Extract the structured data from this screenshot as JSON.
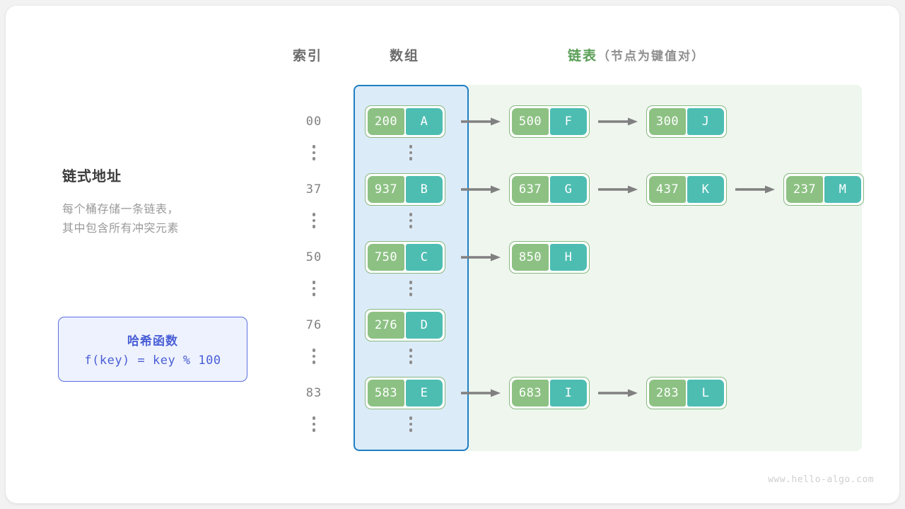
{
  "headers": {
    "index": "索引",
    "array": "数组",
    "list_main": "链表",
    "list_sub": "（节点为键值对）"
  },
  "left_panel": {
    "title": "链式地址",
    "line1": "每个桶存储一条链表，",
    "line2": "其中包含所有冲突元素"
  },
  "hash_box": {
    "title": "哈希函数",
    "formula": "f(key) = key % 100"
  },
  "colors": {
    "key_half": "#8cc183",
    "value_half": "#4dbdb2",
    "node_border": "#86b87e",
    "array_panel_border": "#1e7fc4",
    "array_panel_fill": "#dcebf8",
    "list_panel_fill": "#eef6ee",
    "arrow": "#808080",
    "list_header": "#5a9e56",
    "hash_box_accent": "#4a5fd6"
  },
  "rows": [
    {
      "index": "00",
      "nodes": [
        {
          "key": "200",
          "value": "A"
        },
        {
          "key": "500",
          "value": "F"
        },
        {
          "key": "300",
          "value": "J"
        }
      ]
    },
    {
      "index": "37",
      "nodes": [
        {
          "key": "937",
          "value": "B"
        },
        {
          "key": "637",
          "value": "G"
        },
        {
          "key": "437",
          "value": "K"
        },
        {
          "key": "237",
          "value": "M"
        }
      ]
    },
    {
      "index": "50",
      "nodes": [
        {
          "key": "750",
          "value": "C"
        },
        {
          "key": "850",
          "value": "H"
        }
      ]
    },
    {
      "index": "76",
      "nodes": [
        {
          "key": "276",
          "value": "D"
        }
      ]
    },
    {
      "index": "83",
      "nodes": [
        {
          "key": "583",
          "value": "E"
        },
        {
          "key": "683",
          "value": "I"
        },
        {
          "key": "283",
          "value": "L"
        }
      ]
    }
  ],
  "ellipsis_glyph": "⋮",
  "watermark": "www.hello-algo.com"
}
